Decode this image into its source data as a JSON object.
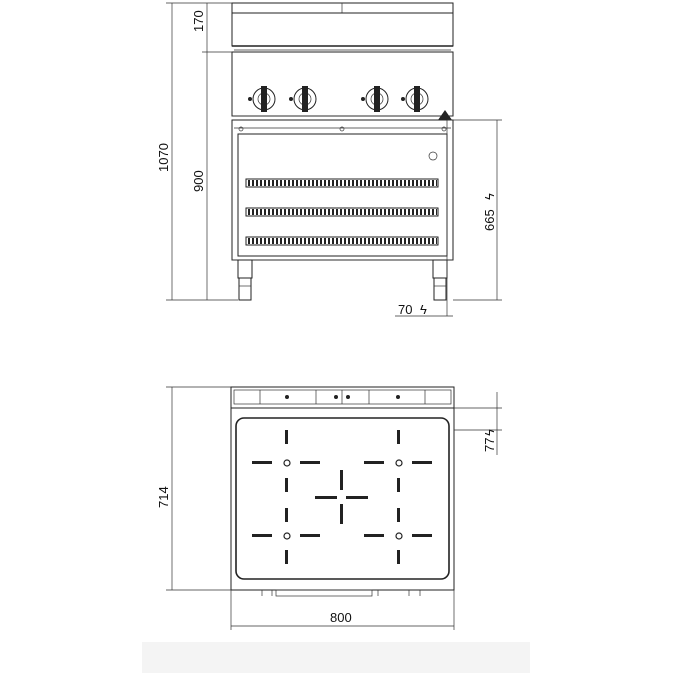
{
  "front_view": {
    "dim_top_height": "170",
    "dim_total_height": "1070",
    "dim_body_height": "900",
    "dim_oven_height": "665",
    "dim_oven_offset": "70"
  },
  "top_view": {
    "dim_depth": "714",
    "dim_width": "800",
    "dim_panel_depth": "77"
  },
  "symbols": {
    "electric": "ϟ"
  }
}
